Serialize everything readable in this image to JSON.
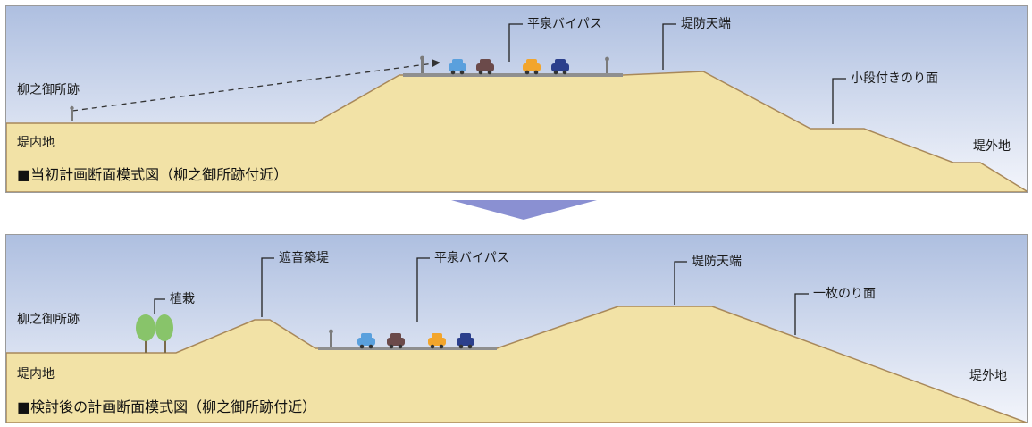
{
  "colors": {
    "sky_top": "#aebfe0",
    "sky_bottom": "#f3f5fb",
    "ground": "#f2e2a6",
    "ground_edge": "#a8885a",
    "road": "#8f8f8f",
    "arrow": "#8a90d2",
    "tree": "#88c46a"
  },
  "top": {
    "caption": "■当初計画断面模式図（柳之御所跡付近）",
    "labels": {
      "yanagi": "柳之御所跡",
      "teinai": "堤内地",
      "teigai": "堤外地",
      "bypass": "平泉バイパス",
      "crest": "堤防天端",
      "kodan": "小段付きのり面"
    }
  },
  "bottom": {
    "caption": "■検討後の計画断面模式図（柳之御所跡付近）",
    "labels": {
      "yanagi": "柳之御所跡",
      "teinai": "堤内地",
      "teigai": "堤外地",
      "planting": "植栽",
      "noise": "遮音築堤",
      "bypass": "平泉バイパス",
      "crest": "堤防天端",
      "slope": "一枚のり面"
    }
  }
}
